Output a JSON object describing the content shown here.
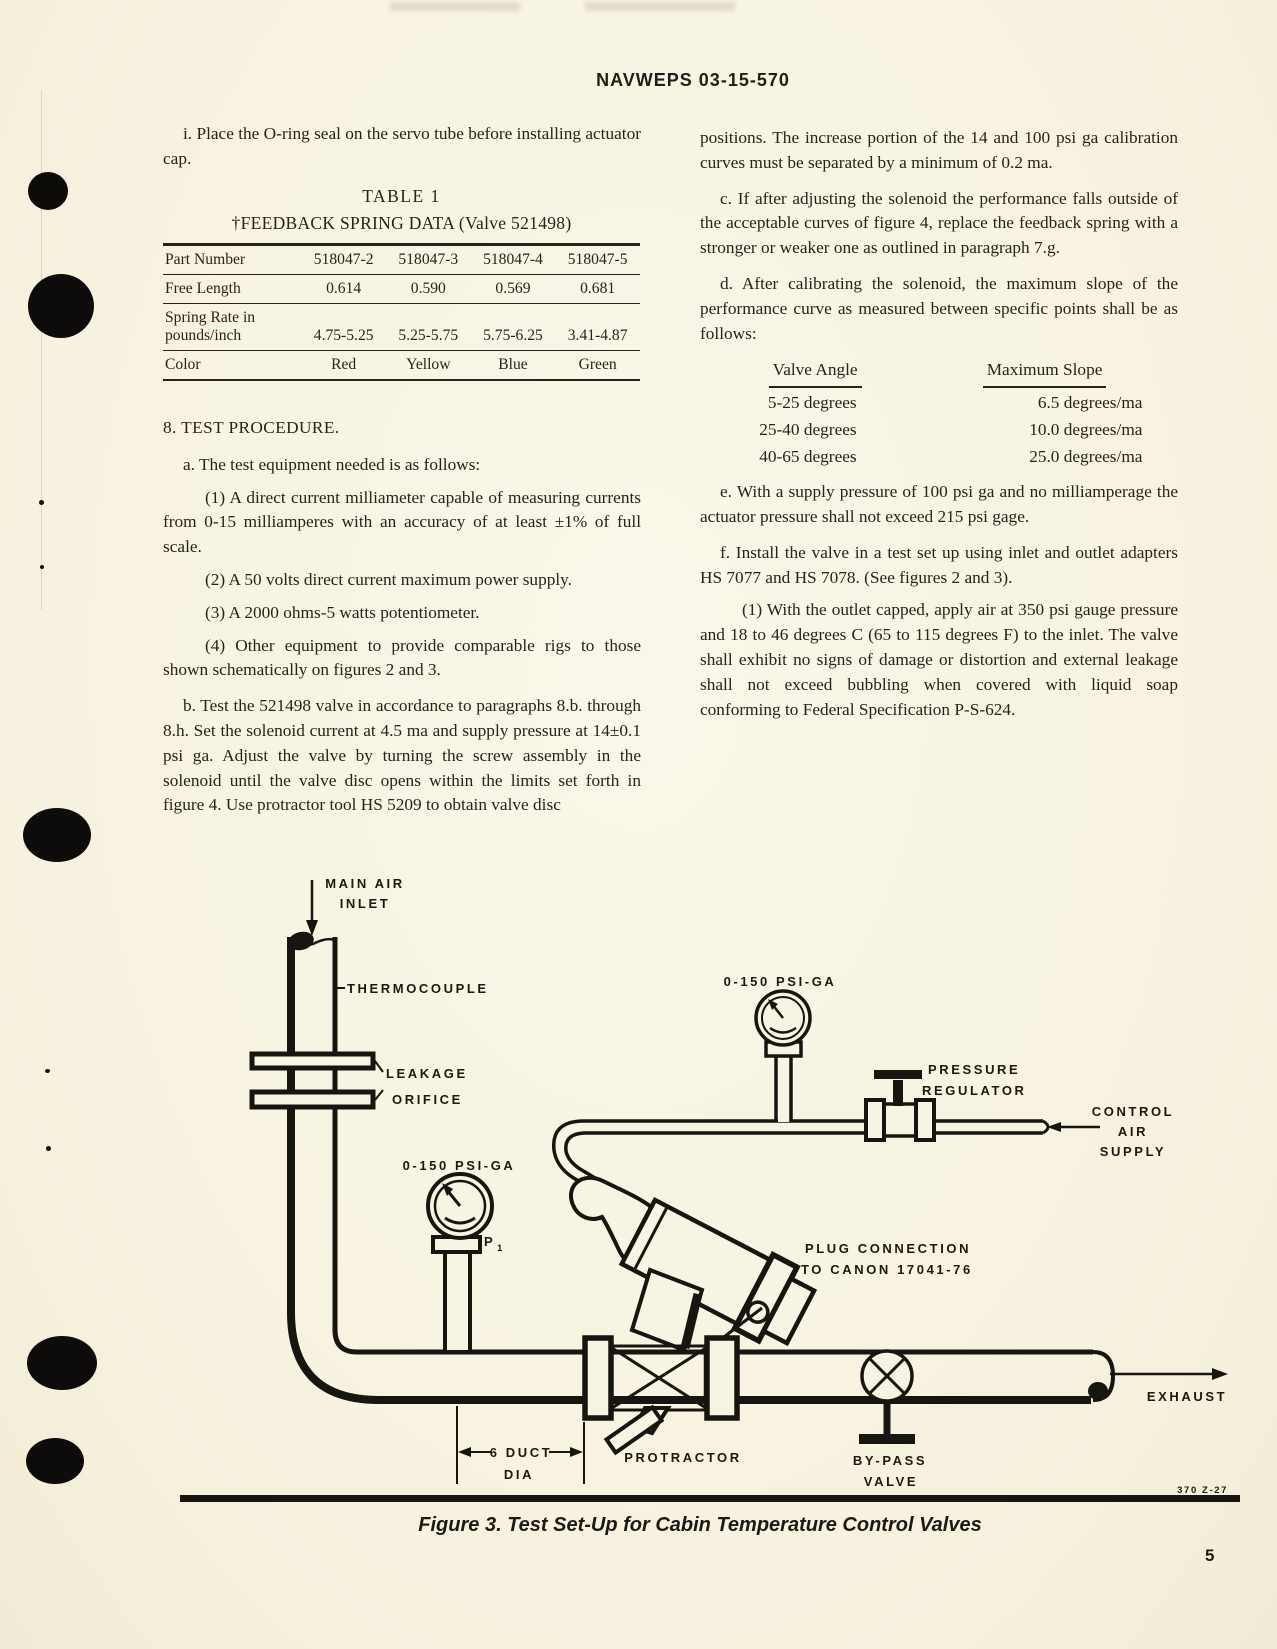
{
  "page": {
    "header": "NAVWEPS 03-15-570",
    "number": "5"
  },
  "left": {
    "para_i": "i. Place the O-ring seal on the servo tube before installing actuator cap.",
    "table1": {
      "title": "TABLE 1",
      "subtitle": "†FEEDBACK SPRING DATA (Valve 521498)",
      "rows": [
        {
          "label": "Part Number",
          "v1": "518047-2",
          "v2": "518047-3",
          "v3": "518047-4",
          "v4": "518047-5"
        },
        {
          "label": "Free Length",
          "v1": "0.614",
          "v2": "0.590",
          "v3": "0.569",
          "v4": "0.681"
        },
        {
          "label": "Spring Rate in",
          "label2": "pounds/inch",
          "v1": "4.75-5.25",
          "v2": "5.25-5.75",
          "v3": "5.75-6.25",
          "v4": "3.41-4.87"
        },
        {
          "label": "Color",
          "v1": "Red",
          "v2": "Yellow",
          "v3": "Blue",
          "v4": "Green"
        }
      ]
    },
    "heading8": "8. TEST PROCEDURE.",
    "para_a": "a. The test equipment needed is as follows:",
    "para_a1": "(1) A direct current milliameter capable of measuring currents from 0-15 milliamperes with an accuracy of at least ±1% of full scale.",
    "para_a2": "(2) A 50 volts direct current maximum power supply.",
    "para_a3": "(3) A 2000 ohms-5 watts potentiometer.",
    "para_a4": "(4) Other equipment to provide comparable rigs to those shown schematically on figures 2 and 3.",
    "para_b": "b. Test the 521498 valve in accordance to paragraphs 8.b. through 8.h. Set the solenoid current at 4.5 ma and supply pressure at 14±0.1 psi ga. Adjust the valve by turning the screw assembly in the solenoid until the valve disc opens within the limits set forth in figure 4. Use protractor tool HS 5209 to obtain valve disc"
  },
  "right": {
    "para_cont": "positions. The increase portion of the 14 and 100 psi ga calibration curves must be separated by a minimum of 0.2 ma.",
    "para_c": "c. If after adjusting the solenoid the performance falls outside of the acceptable curves of figure 4, replace the feedback spring with a stronger or weaker one as outlined in paragraph 7.g.",
    "para_d": "d. After calibrating the solenoid, the maximum slope of the performance curve as measured between specific points shall be as follows:",
    "slope_table": {
      "col1_header": "Valve Angle",
      "col2_header": "Maximum Slope",
      "rows": [
        {
          "angle": "5-25 degrees",
          "slope": "6.5 degrees/ma"
        },
        {
          "angle": "25-40 degrees",
          "slope": "10.0 degrees/ma"
        },
        {
          "angle": "40-65 degrees",
          "slope": "25.0 degrees/ma"
        }
      ]
    },
    "para_e": "e. With a supply pressure of 100 psi ga and no milliamperage the actuator pressure shall not exceed 215 psi gage.",
    "para_f": "f. Install the valve in a test set up using inlet and outlet adapters HS 7077 and HS 7078. (See figures 2 and 3).",
    "para_f1": "(1) With the outlet capped, apply air at 350 psi gauge pressure and 18 to 46 degrees C (65 to 115 degrees F) to the inlet. The valve shall exhibit no signs of damage or distortion and external leakage shall not exceed bubbling when covered with liquid soap conforming to Federal Specification P-S-624."
  },
  "figure": {
    "caption": "Figure 3. Test Set-Up for Cabin Temperature Control Valves",
    "drawing_number": "370 Z-27",
    "labels": {
      "main_air_1": "MAIN AIR",
      "main_air_2": "INLET",
      "thermocouple": "THERMOCOUPLE",
      "leakage_1": "LEAKAGE",
      "leakage_2": "ORIFICE",
      "gauge_top": "0-150 PSI-GA",
      "gauge_left": "0-150 PSI-GA",
      "p1": "P",
      "p1_sub": "1",
      "press_reg_1": "PRESSURE",
      "press_reg_2": "REGULATOR",
      "control_1": "CONTROL",
      "control_2": "AIR",
      "control_3": "SUPPLY",
      "plug_1": "PLUG CONNECTION",
      "plug_2": "TO CANON 17041-76",
      "protractor": "PROTRACTOR",
      "duct_1": "6 DUCT",
      "duct_2": "DIA",
      "bypass_1": "BY-PASS",
      "bypass_2": "VALVE",
      "exhaust": "EXHAUST"
    }
  }
}
